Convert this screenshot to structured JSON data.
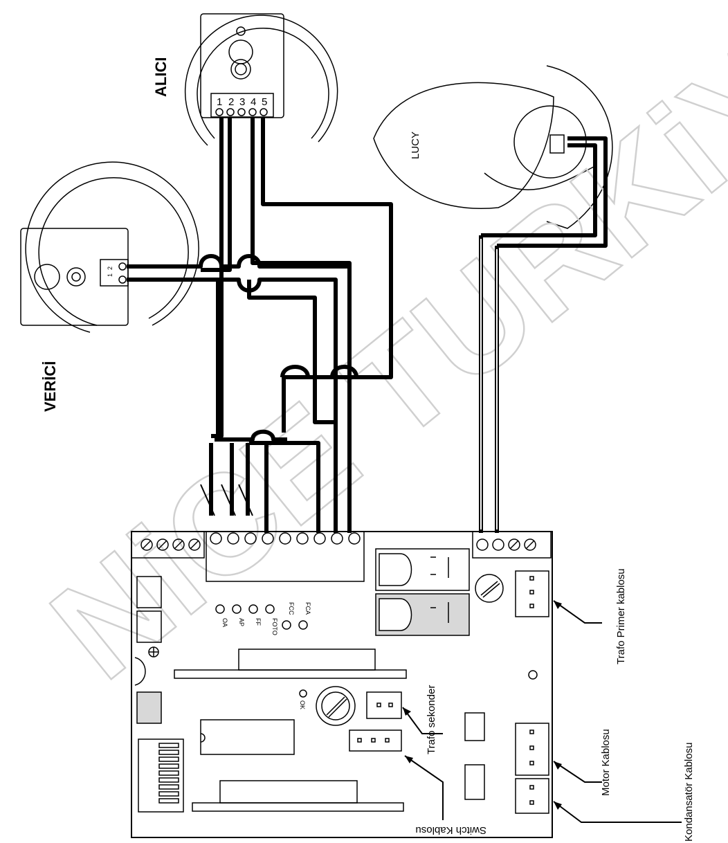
{
  "labels": {
    "alici": "ALICI",
    "verici": "VERİCİ",
    "lucy": "LUCY",
    "watermark": "NiCE TURKiYE",
    "trafo_primer": "Trafo Primer kablosu",
    "trafo_sekonder": "Trafo sekonder",
    "motor_kablosu": "Motor Kablosu",
    "kondansator_kablosu": "Kondansatör Kablosu",
    "switch_kablosu": "Switch Kablosu"
  },
  "receiver_terminals": [
    "1",
    "2",
    "3",
    "4",
    "5"
  ],
  "transmitter_terminals": [
    "1",
    "2"
  ],
  "board_inputs": [
    "OA",
    "AP",
    "FF",
    "FOTO",
    "FCC",
    "FCA"
  ],
  "board_extra": [
    "OK"
  ],
  "colors": {
    "line": "#000000",
    "relay_fill": "#d8d8d8",
    "watermark": "#d0d0d0"
  }
}
